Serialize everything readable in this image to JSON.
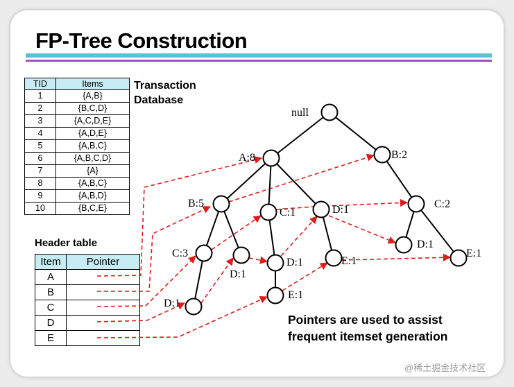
{
  "title": "FP-Tree Construction",
  "transaction_table": {
    "headers": [
      "TID",
      "Items"
    ],
    "rows": [
      [
        "1",
        "{A,B}"
      ],
      [
        "2",
        "{B,C,D}"
      ],
      [
        "3",
        "{A,C,D,E}"
      ],
      [
        "4",
        "{A,D,E}"
      ],
      [
        "5",
        "{A,B,C}"
      ],
      [
        "6",
        "{A,B,C,D}"
      ],
      [
        "7",
        "{A}"
      ],
      [
        "8",
        "{A,B,C}"
      ],
      [
        "9",
        "{A,B,D}"
      ],
      [
        "10",
        "{B,C,E}"
      ]
    ],
    "label_line1": "Transaction",
    "label_line2": "Database"
  },
  "header_table": {
    "label": "Header table",
    "headers": [
      "Item",
      "Pointer"
    ],
    "items": [
      "A",
      "B",
      "C",
      "D",
      "E"
    ]
  },
  "tree": {
    "nodes": [
      {
        "id": "root",
        "label": "null"
      },
      {
        "id": "A8",
        "label": "A:8"
      },
      {
        "id": "B2",
        "label": "B:2"
      },
      {
        "id": "B5",
        "label": "B:5"
      },
      {
        "id": "C1a",
        "label": "C:1"
      },
      {
        "id": "D1a",
        "label": "D:1"
      },
      {
        "id": "C2",
        "label": "C:2"
      },
      {
        "id": "C3",
        "label": "C:3"
      },
      {
        "id": "D1b",
        "label": "D:1"
      },
      {
        "id": "D1c",
        "label": "D:1"
      },
      {
        "id": "E1a",
        "label": "E:1"
      },
      {
        "id": "D1d",
        "label": "D:1"
      },
      {
        "id": "E1b",
        "label": "E:1"
      },
      {
        "id": "D1e",
        "label": "D:1"
      },
      {
        "id": "E1c",
        "label": "E:1"
      }
    ],
    "edges": [
      [
        "root",
        "A8"
      ],
      [
        "root",
        "B2"
      ],
      [
        "A8",
        "B5"
      ],
      [
        "A8",
        "C1a"
      ],
      [
        "A8",
        "D1a"
      ],
      [
        "B2",
        "C2"
      ],
      [
        "B5",
        "C3"
      ],
      [
        "B5",
        "D1b"
      ],
      [
        "C3",
        "D1e"
      ],
      [
        "C1a",
        "D1c"
      ],
      [
        "D1c",
        "E1c"
      ],
      [
        "D1a",
        "E1a"
      ],
      [
        "C2",
        "D1d"
      ],
      [
        "C2",
        "E1b"
      ]
    ],
    "pointer_color": "#e01b1b"
  },
  "note_line1": "Pointers are used to assist",
  "note_line2": "frequent itemset generation",
  "watermark": "@稀土掘金技术社区"
}
